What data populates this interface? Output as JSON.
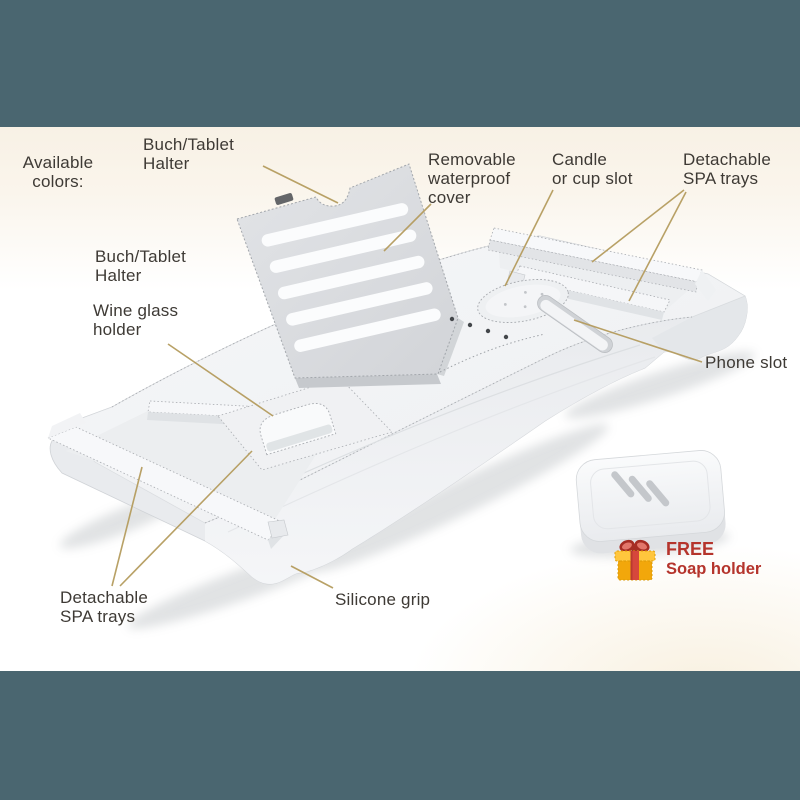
{
  "frame": {
    "top_bar_color": "#4a6670",
    "bottom_bar_color": "#4a6670",
    "canvas_cream": "#f8f1e5"
  },
  "annotations": {
    "available_colors": {
      "line1": "Available",
      "line2": "colors:"
    },
    "tablet_holder_top": {
      "line1": "Buch/Tablet",
      "line2": "Halter"
    },
    "removable_cover": {
      "line1": "Removable",
      "line2": "waterproof",
      "line3": "cover"
    },
    "candle_slot": {
      "line1": "Candle",
      "line2": "or cup slot"
    },
    "spa_trays_right": {
      "line1": "Detachable",
      "line2": "SPA trays"
    },
    "tablet_holder_left": {
      "line1": "Buch/Tablet",
      "line2": "Halter"
    },
    "wine_glass_holder": {
      "line1": "Wine glass",
      "line2": "holder"
    },
    "phone_slot": {
      "label": "Phone slot"
    },
    "spa_trays_left": {
      "line1": "Detachable",
      "line2": "SPA trays"
    },
    "silicone_grip": {
      "label": "Silicone grip"
    },
    "free_gift": {
      "line1": "FREE",
      "line2": "Soap holder"
    }
  },
  "icons": {
    "gift": "gift-icon"
  },
  "colors": {
    "callout_line": "#b59c5e",
    "label_text": "#3e3a35",
    "accent_red": "#b5342c",
    "gift_yellow": "#f4ac0d",
    "gift_ribbon_red": "#d6473c",
    "product_body": "#eceef0",
    "frame_teal": "#4a6670"
  }
}
